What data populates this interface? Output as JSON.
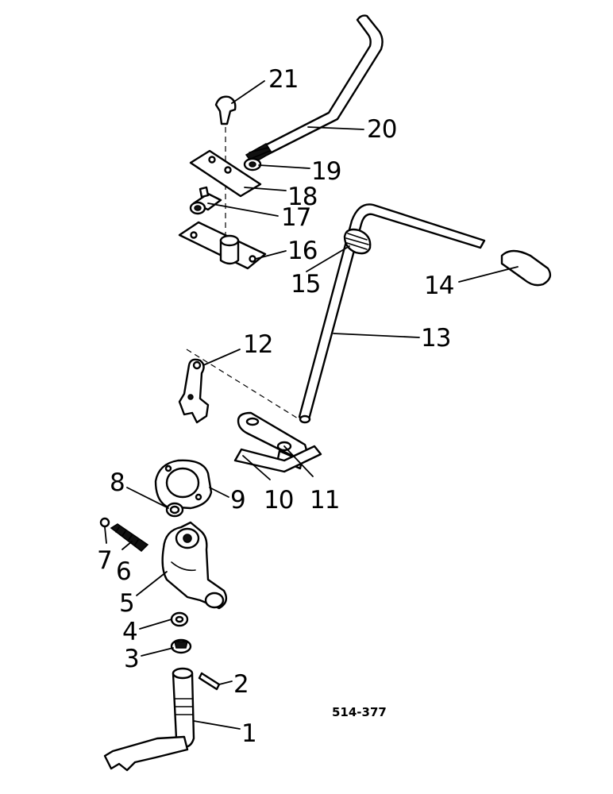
{
  "diagram": {
    "reference_code": "514-377",
    "callouts": {
      "c1": "1",
      "c2": "2",
      "c3": "3",
      "c4": "4",
      "c5": "5",
      "c6": "6",
      "c7": "7",
      "c8": "8",
      "c9": "9",
      "c10": "10",
      "c11": "11",
      "c12": "12",
      "c13": "13",
      "c14": "14",
      "c15": "15",
      "c16": "16",
      "c17": "17",
      "c18": "18",
      "c19": "19",
      "c20": "20",
      "c21": "21"
    }
  }
}
